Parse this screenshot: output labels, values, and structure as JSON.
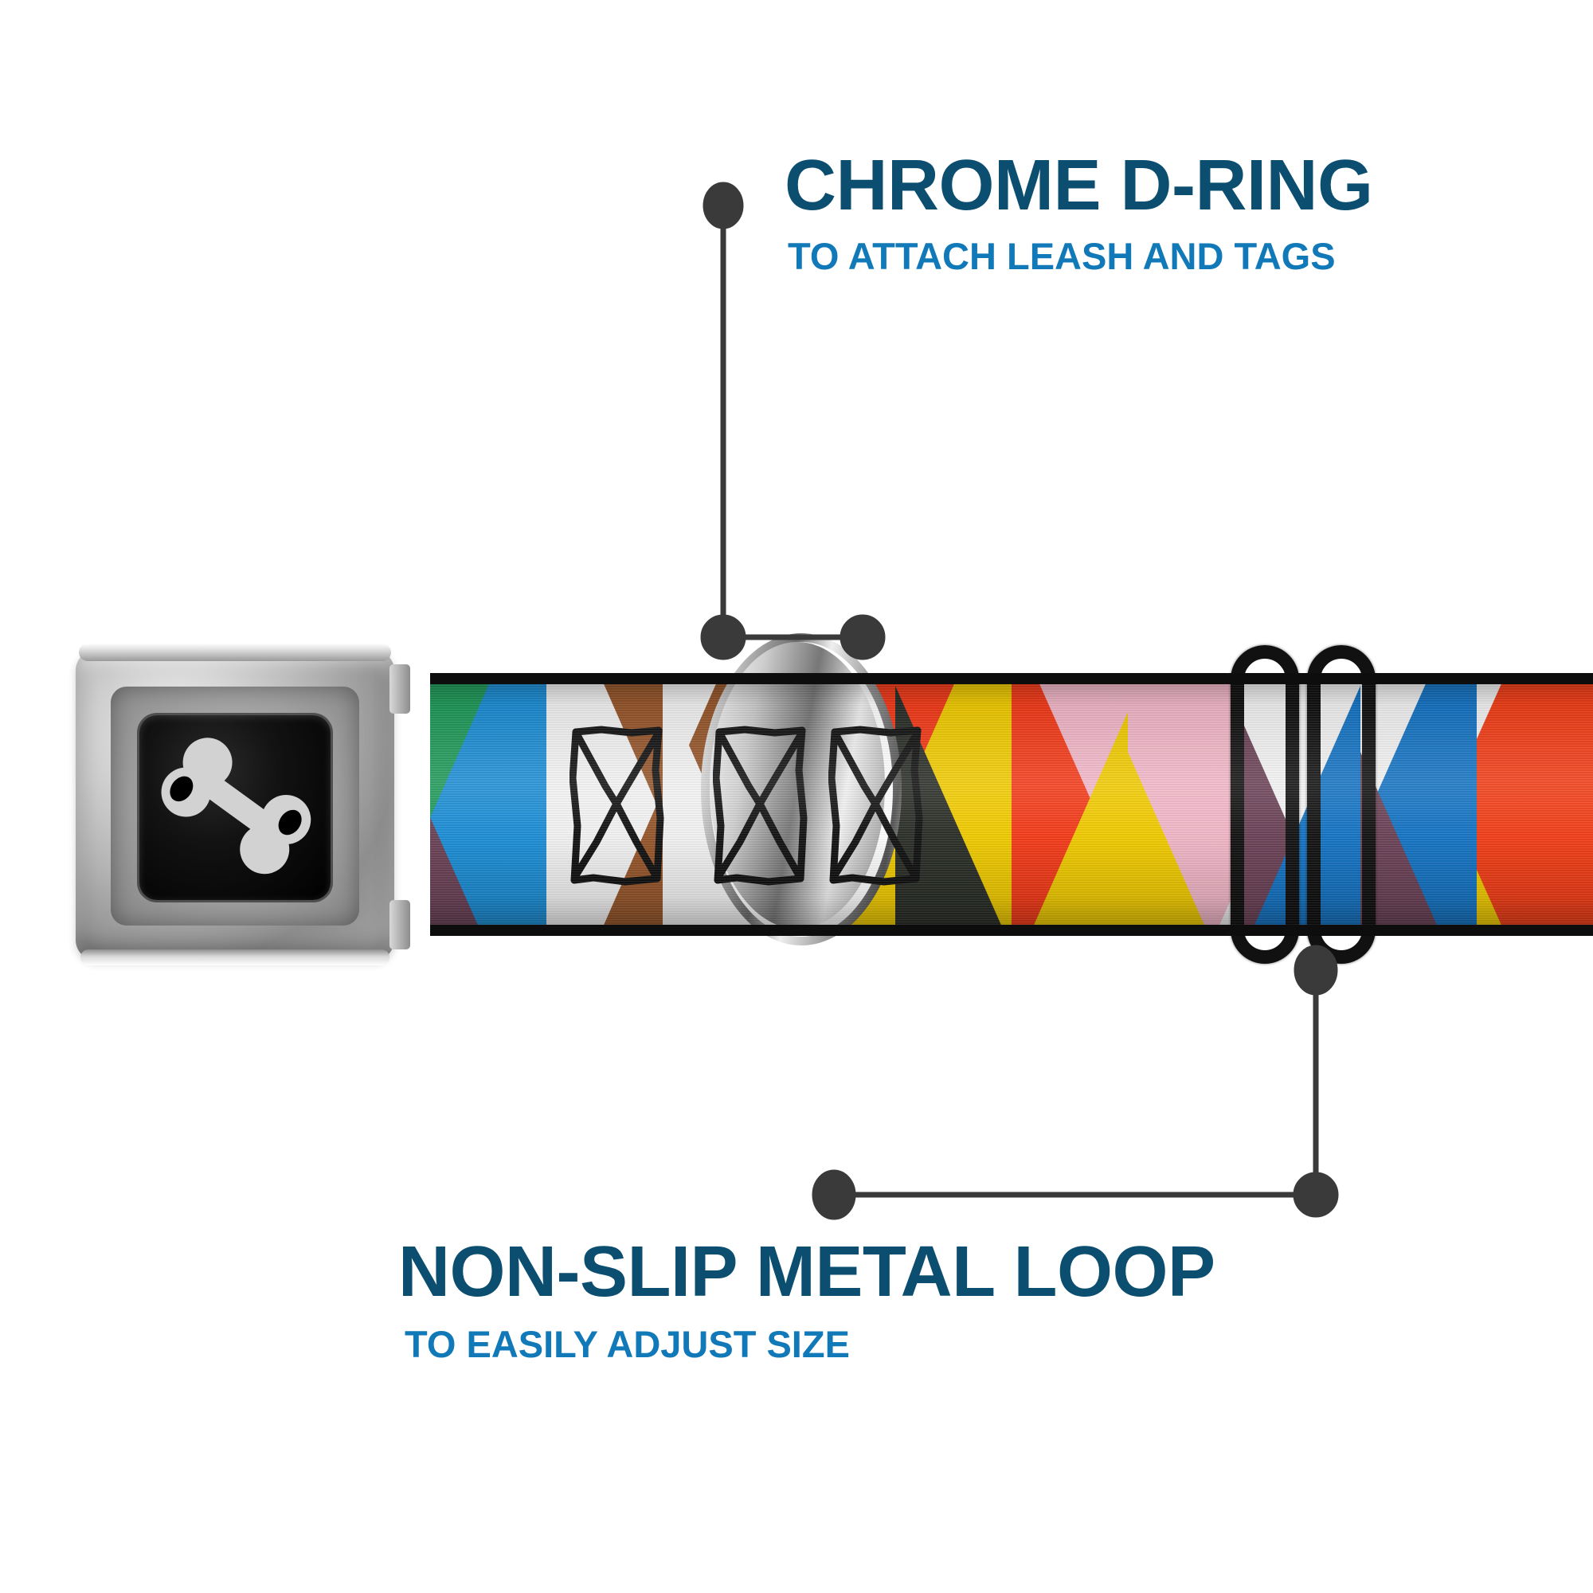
{
  "page": {
    "background": "#ffffff",
    "product": "seat belt buckle dog collar infographic"
  },
  "colors": {
    "heading": "#0b4e70",
    "subheading": "#1279b8",
    "leader_line": "#3a3a3a",
    "chrome": "#c0c0c0",
    "loop_black": "#111111"
  },
  "callouts": [
    {
      "id": "chrome-d-ring",
      "title": "CHROME D-RING",
      "subtitle": "TO ATTACH LEASH AND TAGS"
    },
    {
      "id": "non-slip-metal-loop",
      "title": "NON-SLIP METAL LOOP",
      "subtitle": "TO EASILY ADJUST SIZE"
    }
  ],
  "hardware": {
    "buckle": {
      "name": "seatbelt-buckle",
      "finish": "chrome",
      "window_color": "#000000",
      "logo": "dog-bone-icon",
      "logo_color": "#d2d2d2"
    },
    "d_ring": {
      "name": "chrome-d-ring",
      "finish": "chrome"
    },
    "metal_loop": {
      "name": "non-slip-metal-loop",
      "finish": "black-coated-metal"
    }
  },
  "strap": {
    "name": "printed-webbing-strap",
    "edge_color": "#0d0d0d",
    "motif": "hand-drawn-x-in-square",
    "motif_color": "#111111",
    "palette": {
      "green": "#1f9a5a",
      "blue": "#1b8ed6",
      "white": "#f4f4f4",
      "brown": "#96562a",
      "red": "#f53a18",
      "yellow": "#f2cc00",
      "dark": "#2a2e27",
      "pink": "#f3b8c9",
      "plum": "#6b4257",
      "deep_blue": "#1474c4",
      "orange_red": "#f33d16"
    },
    "tiles": [
      {
        "base": "#1b8ed6",
        "accent": "#1f9a5a",
        "accent2": "#6b4257"
      },
      {
        "base": "#f4f4f4",
        "accent": "#96562a",
        "motif": true
      },
      {
        "base": "#96562a",
        "accent": "#f4f4f4",
        "motif": true
      },
      {
        "base": "#f53a18",
        "accent": "#2a2e27",
        "accent2": "#f2cc00",
        "motif": true
      },
      {
        "base": "#f2cc00",
        "accent": "#f53a18",
        "accent2": "#2a2e27"
      },
      {
        "base": "#f53a18",
        "accent": "#f3b8c9",
        "accent2": "#f2cc00"
      },
      {
        "base": "#f3b8c9",
        "accent": "#f2cc00",
        "accent2": "#f53a18"
      },
      {
        "base": "#f4f4f4",
        "accent": "#1474c4",
        "accent2": "#6b4257"
      },
      {
        "base": "#1474c4",
        "accent": "#f4f4f4",
        "accent2": "#6b4257"
      },
      {
        "base": "#f33d16",
        "accent": "#f3b8c9",
        "accent2": "#f2cc00"
      }
    ]
  }
}
